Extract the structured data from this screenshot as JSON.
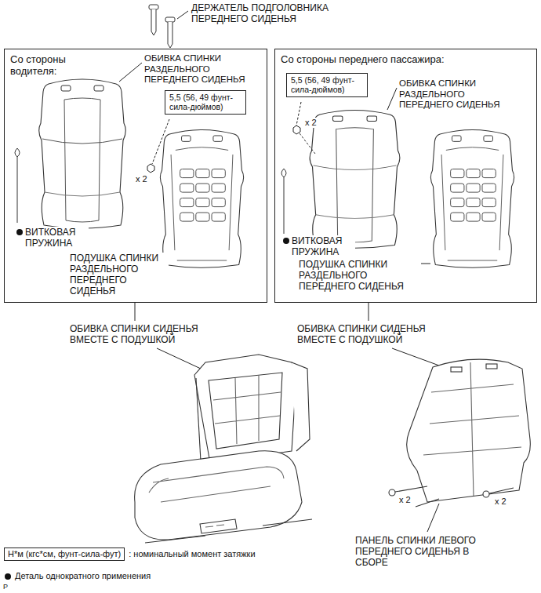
{
  "diagram": {
    "nodes": [
      {
        "text": [
          "Со стороны водителя:"
        ]
      },
      {
        "text": [
          "5,5 (56, 49 фунт-сила-дюймов)"
        ],
        "in": 0
      },
      {
        "text": [
          "Со стороны переднего пассажира:"
        ]
      },
      {
        "text": [
          "5,5 (56, 49 фунт-сила-дюймов)"
        ],
        "in": 2
      },
      {
        "text": [
          "Н*м (кгс*см, фунт-сила-фут)"
        ]
      }
    ],
    "labels": [
      "ДЕРЖАТЕЛЬ ПОДГОЛОВНИКА ПЕРЕДНЕГО СИДЕНЬЯ",
      "ОБИВКА СПИНКИ РАЗДЕЛЬНОГО ПЕРЕДНЕГО СИДЕНЬЯ",
      "x 2",
      "ВИТКОВАЯ ПРУЖИНА",
      "ПОДУШКА СПИНКИ РАЗДЕЛЬНОГО ПЕРЕДНЕГО СИДЕНЬЯ",
      "x 2",
      "ОБИВКА СПИНКИ РАЗДЕЛЬНОГО ПЕРЕДНЕГО СИДЕНЬЯ",
      "ВИТКОВАЯ ПРУЖИНА",
      "ПОДУШКА СПИНКИ РАЗДЕЛЬНОГО ПЕРЕДНЕГО СИДЕНЬЯ",
      "ОБИВКА СПИНКИ СИДЕНЬЯ ВМЕСТЕ С ПОДУШКОЙ",
      "ОБИВКА СПИНКИ СИДЕНЬЯ ВМЕСТЕ С ПОДУШКОЙ",
      "x 2",
      "x 2",
      "ПАНЕЛЬ СПИНКИ ЛЕВОГО ПЕРЕДНЕГО СИДЕНЬЯ В СБОРЕ",
      "P"
    ],
    "legend": [
      {
        "text": ": номинальный момент затяжки"
      },
      {
        "text": "Деталь однократного применения"
      }
    ]
  }
}
